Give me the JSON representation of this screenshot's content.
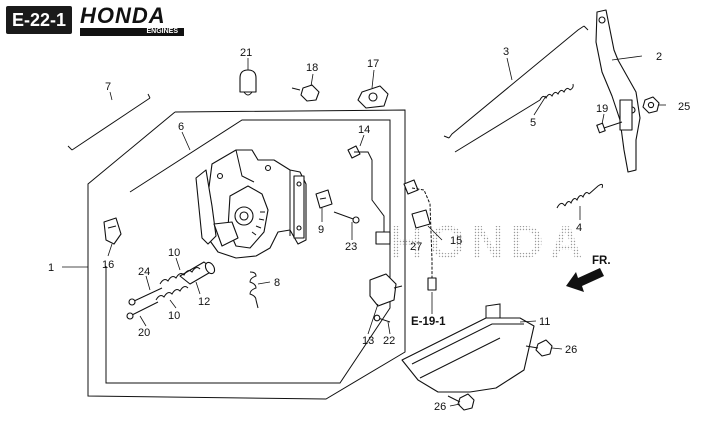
{
  "header": {
    "section_code": "E-22-1",
    "brand": "HONDA",
    "brand_subtitle": "ENGINES"
  },
  "watermark": "HONDA",
  "callouts": {
    "p1": "1",
    "p2": "2",
    "p3": "3",
    "p4": "4",
    "p5": "5",
    "p6": "6",
    "p7": "7",
    "p8": "8",
    "p9": "9",
    "p10a": "10",
    "p10b": "10",
    "p11": "11",
    "p12": "12",
    "p13": "13",
    "p14": "14",
    "p15": "15",
    "p16": "16",
    "p17": "17",
    "p18": "18",
    "p19": "19",
    "p20": "20",
    "p21": "21",
    "p22": "22",
    "p23": "23",
    "p24": "24",
    "p25": "25",
    "p26a": "26",
    "p26b": "26",
    "p27": "27"
  },
  "cross_reference": "E-19-1",
  "direction_label": "FR."
}
